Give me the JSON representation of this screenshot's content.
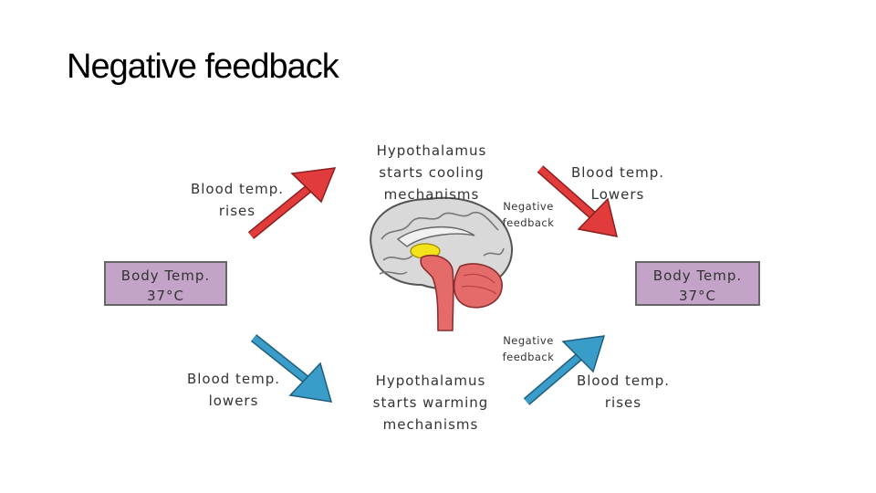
{
  "slide": {
    "title": "Negative feedback"
  },
  "diagram": {
    "left_box": {
      "line1": "Body Temp.",
      "line2": "37°C"
    },
    "right_box": {
      "line1": "Body Temp.",
      "line2": "37°C"
    },
    "top_left_label": {
      "line1": "Blood temp.",
      "line2": "rises"
    },
    "top_center_label": {
      "line1": "Hypothalamus",
      "line2": "starts cooling",
      "line3": "mechanisms"
    },
    "top_right_label": {
      "line1": "Blood temp.",
      "line2": "Lowers"
    },
    "bottom_left_label": {
      "line1": "Blood temp.",
      "line2": "lowers"
    },
    "bottom_center_label": {
      "line1": "Hypothalamus",
      "line2": "starts warming",
      "line3": "mechanisms"
    },
    "bottom_right_label": {
      "line1": "Blood temp.",
      "line2": "rises"
    },
    "negative_feedback_top": {
      "line1": "Negative",
      "line2": "feedback"
    },
    "negative_feedback_bottom": {
      "line1": "Negative",
      "line2": "feedback"
    },
    "colors": {
      "red_arrow": "#e23b3b",
      "blue_arrow": "#3a9cc8",
      "box_fill": "#c3a4c8",
      "brain": "#d9d9d9",
      "brainstem": "#e56b6b",
      "hypothalamus": "#f4e21a"
    },
    "icons": [
      "brain-illustration",
      "red-arrow",
      "blue-arrow"
    ]
  }
}
